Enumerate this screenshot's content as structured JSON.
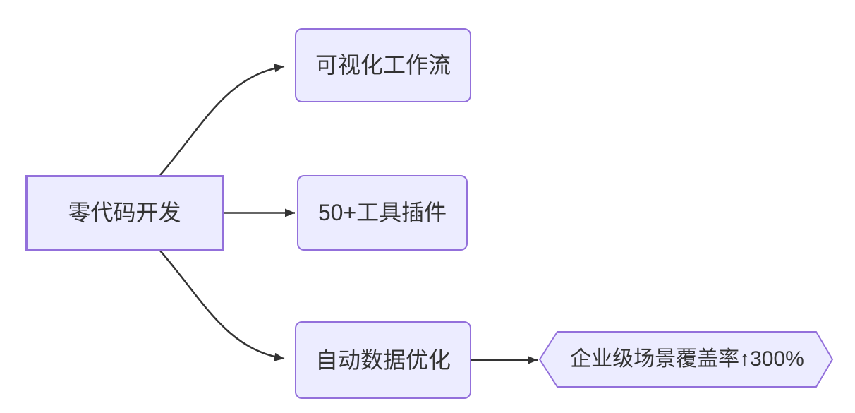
{
  "diagram": {
    "type": "flowchart",
    "direction": "left-to-right",
    "colors": {
      "node_fill": "#ECECFF",
      "node_border": "#9370DB",
      "edge_line": "#333333",
      "text": "#333333",
      "background": "#ffffff"
    },
    "nodes": {
      "root": {
        "label": "零代码开发",
        "shape": "rectangle"
      },
      "branch1": {
        "label": "可视化工作流",
        "shape": "rounded-rectangle"
      },
      "branch2": {
        "label": "50+工具插件",
        "shape": "rounded-rectangle"
      },
      "branch3": {
        "label": "自动数据优化",
        "shape": "rounded-rectangle"
      },
      "result": {
        "label": "企业级场景覆盖率↑300%",
        "shape": "hexagon"
      }
    },
    "edges": [
      {
        "from": "root",
        "to": "branch1",
        "style": "curved-arrow"
      },
      {
        "from": "root",
        "to": "branch2",
        "style": "straight-arrow"
      },
      {
        "from": "root",
        "to": "branch3",
        "style": "curved-arrow"
      },
      {
        "from": "branch3",
        "to": "result",
        "style": "straight-arrow"
      }
    ]
  }
}
